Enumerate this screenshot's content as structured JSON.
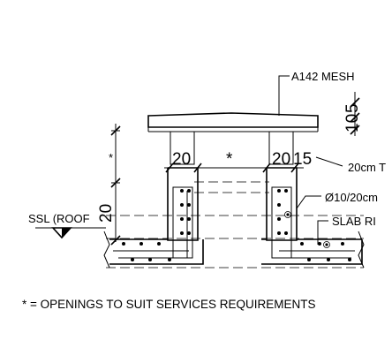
{
  "labels": {
    "mesh": "A142 MESH",
    "tie_bar": "20cm T",
    "stirrup": "Ø10/20cm",
    "slab": "SLAB RI",
    "ssl": "SSL (ROOF",
    "note": "* = OPENINGS TO SUIT SERVICES REQUIREMENTS"
  },
  "dimensions": {
    "top_cover": "10",
    "top_cover_b": "5",
    "left_wall": "20",
    "opening_mark": "*",
    "right_wall": "20",
    "right_offset": "15",
    "upstand_height": "20",
    "side_mark": "*"
  }
}
